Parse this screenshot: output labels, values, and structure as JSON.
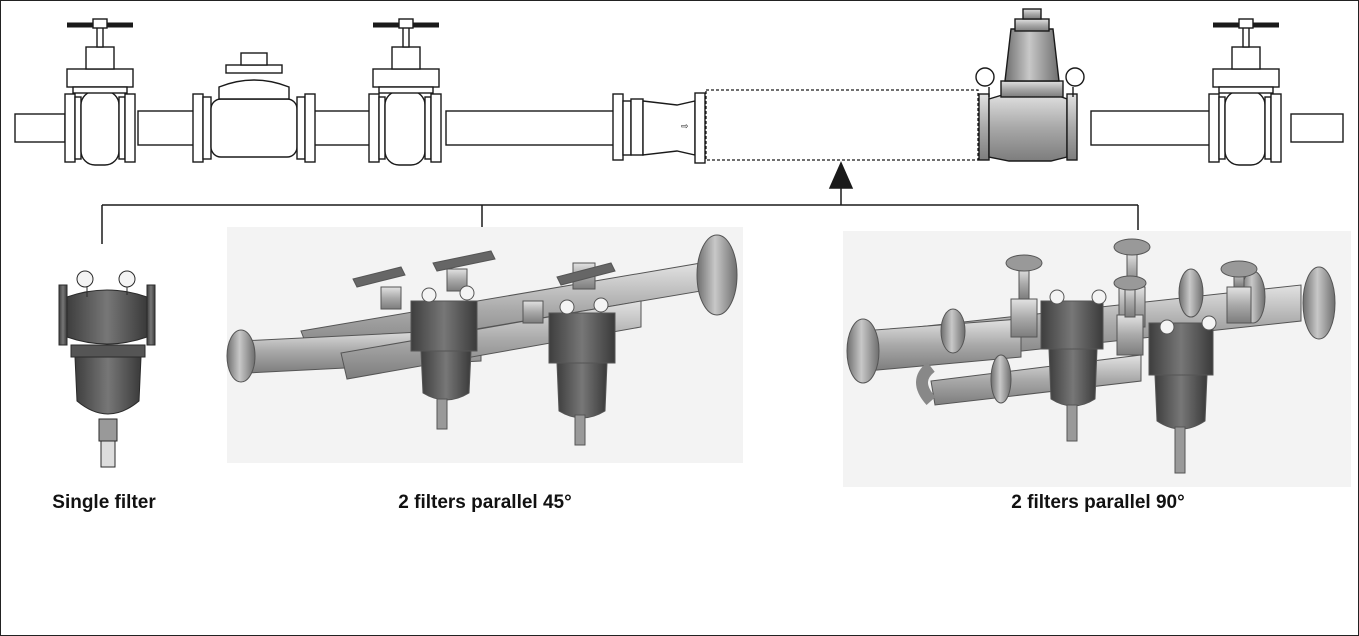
{
  "captions": {
    "single": "Single filter",
    "parallel45": "2 filters parallel 45°",
    "parallel90": "2 filters parallel 90°"
  },
  "colors": {
    "line": "#1a1a1a",
    "pipe_fill": "#ffffff",
    "body_fill": "#bdbdbd",
    "body_dark": "#7a7a7a",
    "photo_bg": "#f2f2f2"
  }
}
